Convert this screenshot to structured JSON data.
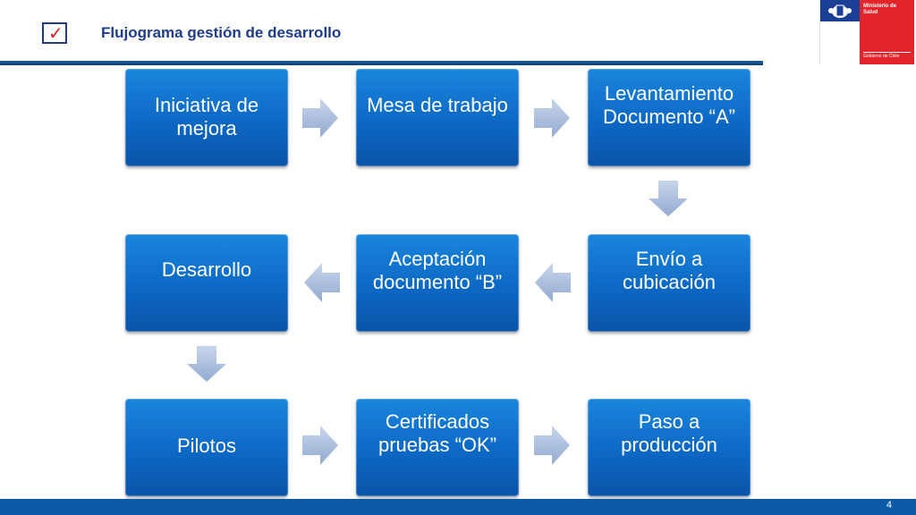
{
  "header": {
    "title": "Flujograma gestión de desarrollo",
    "check_mark": "✓"
  },
  "logo": {
    "line1": "Ministerio de",
    "line2": "Salud",
    "footer": "Gobierno de Chile"
  },
  "colors": {
    "box_blue": "#0d68c4",
    "title_blue": "#1f3c88",
    "arrow_blue": "#a9bddb",
    "logo_red": "#e3242b",
    "logo_blue": "#1b3f94"
  },
  "flow": {
    "steps": [
      {
        "label": "Iniciativa de mejora"
      },
      {
        "label": "Mesa de trabajo"
      },
      {
        "label": "Levantamiento Documento “A”"
      },
      {
        "label": "Envío a cubicación"
      },
      {
        "label": "Aceptación documento “B”"
      },
      {
        "label": "Desarrollo"
      },
      {
        "label": "Pilotos"
      },
      {
        "label": "Certificados pruebas “OK”"
      },
      {
        "label": "Paso a producción"
      }
    ]
  },
  "footer": {
    "page_number": "4"
  }
}
